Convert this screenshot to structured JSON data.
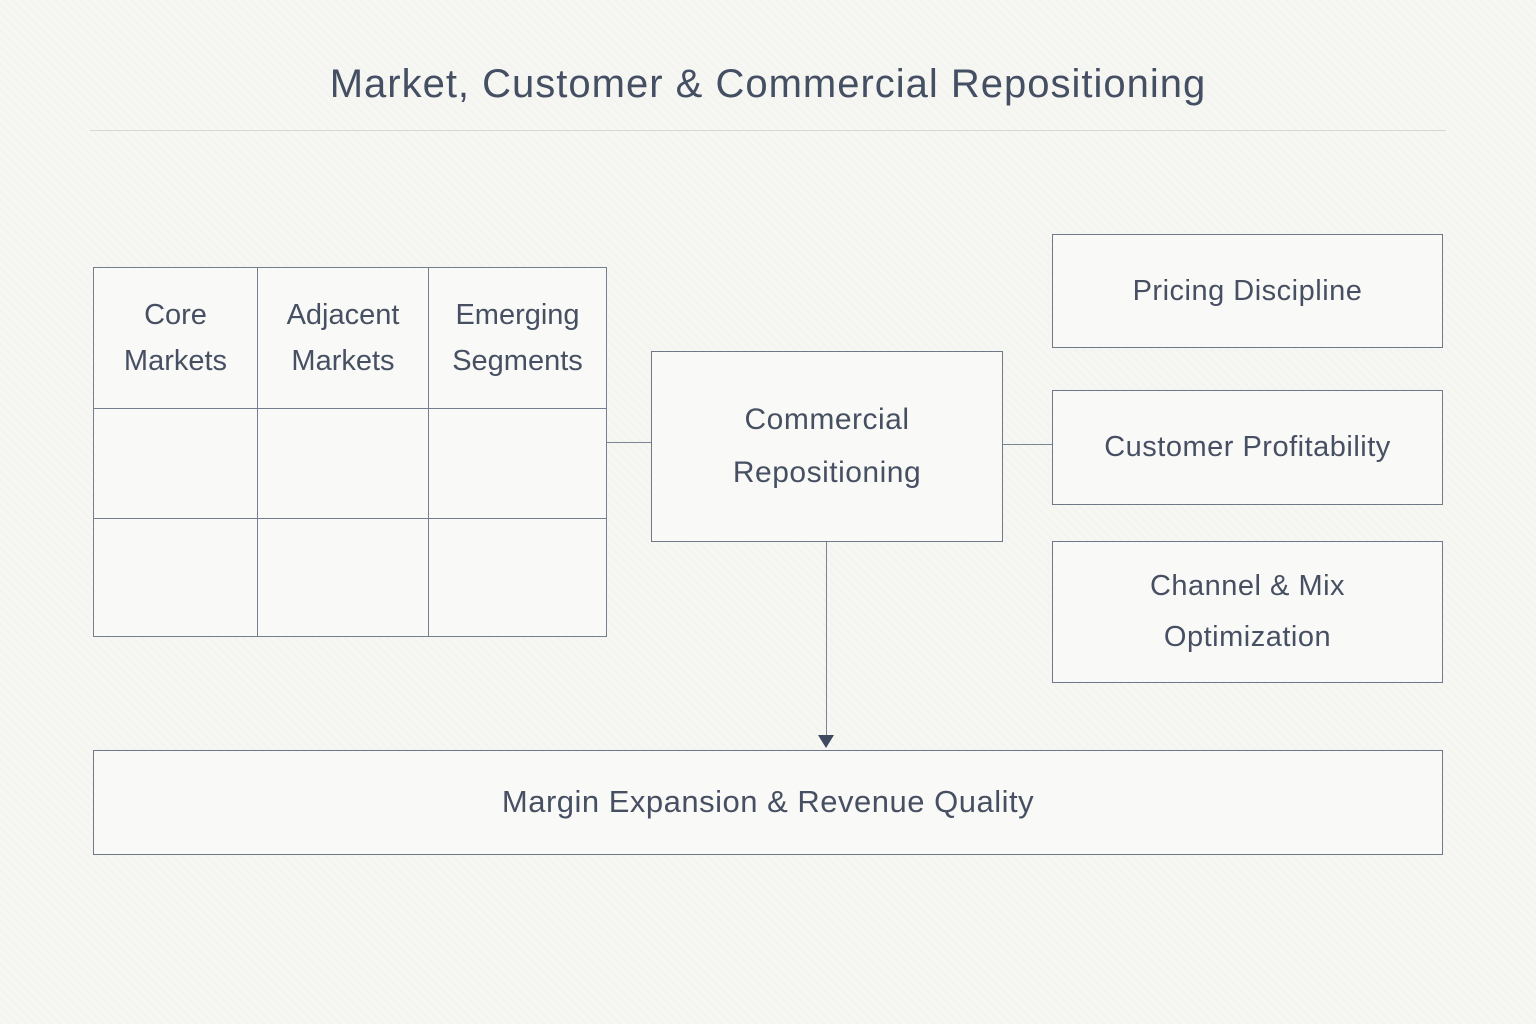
{
  "title": "Market, Customer & Commercial Repositioning",
  "matrix": {
    "columns": [
      "Core Markets",
      "Adjacent Markets",
      "Emerging Segments"
    ],
    "empty_body_rows": 2
  },
  "center_box": {
    "label": "Commercial Repositioning"
  },
  "right_boxes": [
    {
      "label": "Pricing Discipline"
    },
    {
      "label": "Customer Profitability"
    },
    {
      "label": "Channel & Mix Optimization"
    }
  ],
  "bottom_box": {
    "label": "Margin Expansion & Revenue Quality"
  },
  "colors": {
    "background": "#f6f6f3",
    "box_fill": "#f9f9f7",
    "border_line": "#6f7889",
    "connector_line": "#7a8494",
    "text": "#475063",
    "title_divider": "#d8d8d4",
    "arrowhead": "#3f4a5e"
  }
}
